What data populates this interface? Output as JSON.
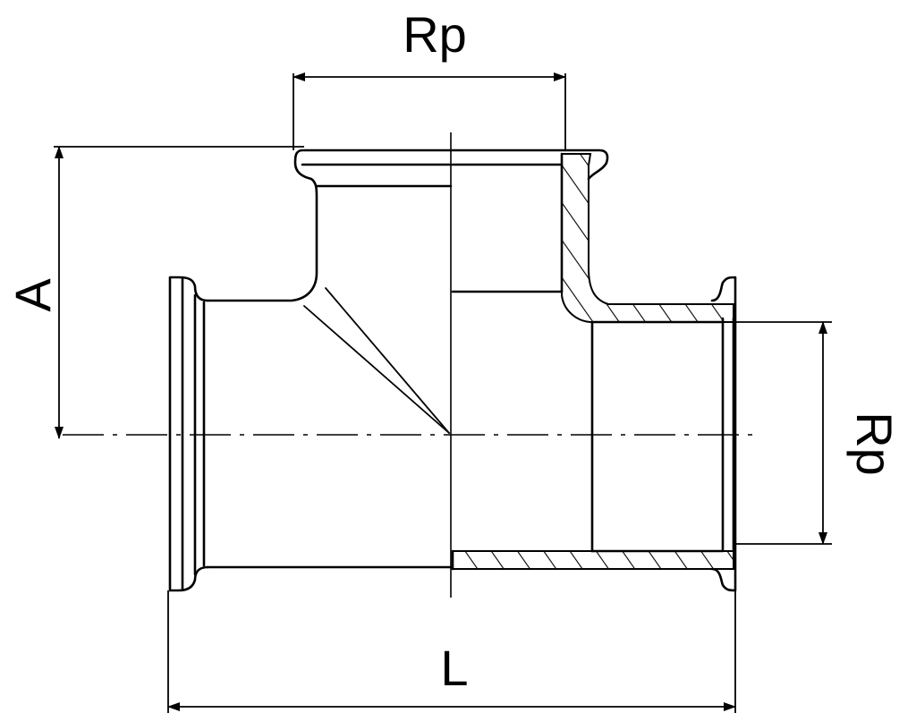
{
  "labels": {
    "top_dimension": "Rp",
    "side_dimension": "Rp",
    "height_dimension": "A",
    "length_dimension": "L"
  },
  "colors": {
    "stroke": "#000000",
    "background": "#ffffff"
  }
}
